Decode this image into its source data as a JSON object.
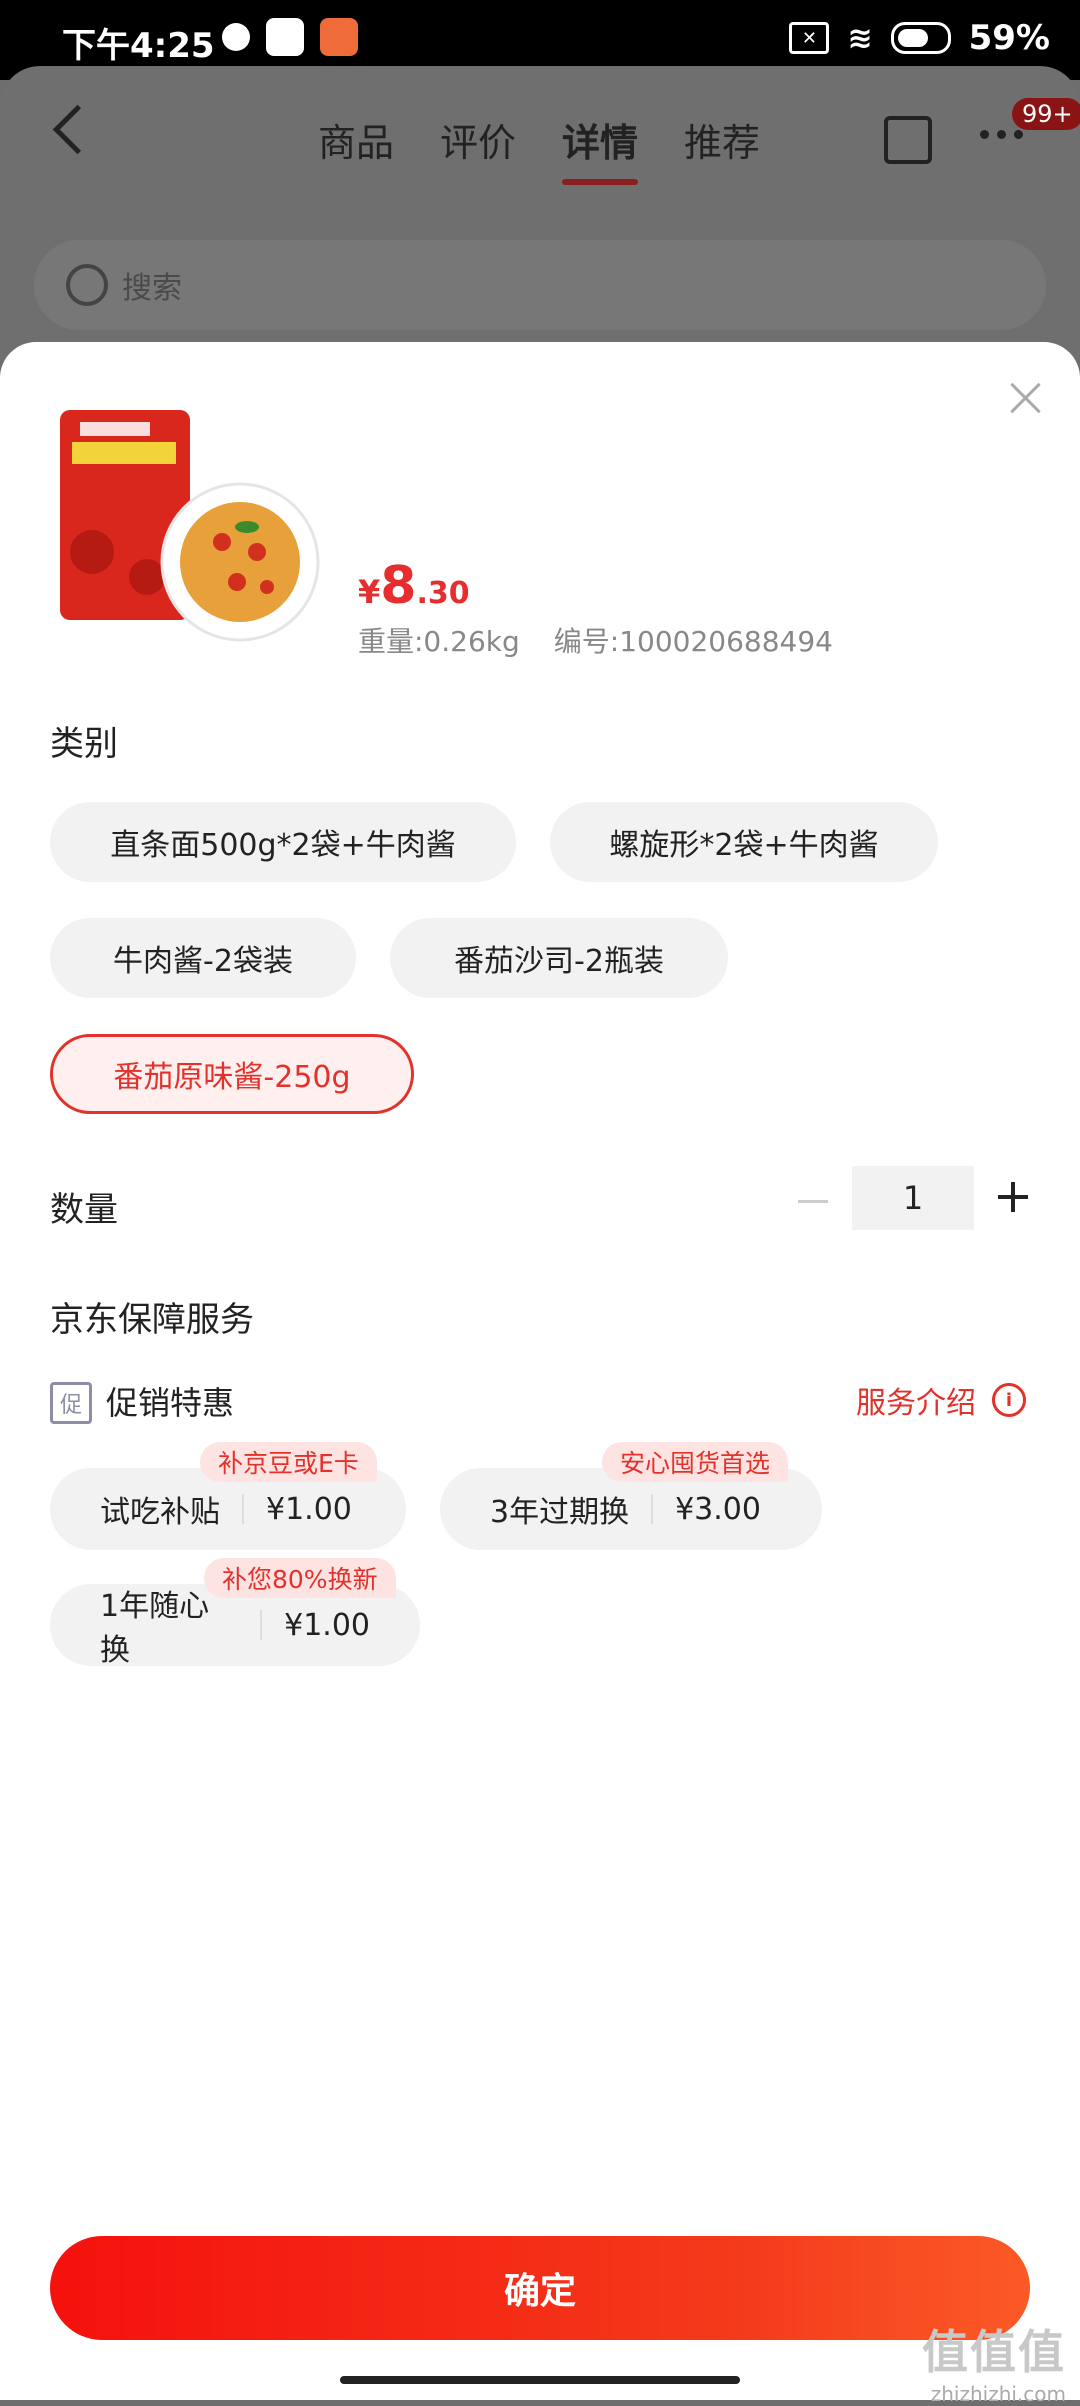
{
  "status_bar": {
    "time": "下午4:25",
    "battery": "59%"
  },
  "header": {
    "tabs": [
      "商品",
      "评价",
      "详情",
      "推荐"
    ],
    "active_tab": "详情",
    "badge": "99+",
    "search_placeholder": "搜索"
  },
  "product": {
    "currency": "¥",
    "price_int": "8",
    "price_dec": ".30",
    "weight": "重量:0.26kg",
    "sku": "编号:100020688494",
    "image_name": "pasta-sauce-product-image"
  },
  "category": {
    "title": "类别",
    "options": [
      "直条面500g*2袋+牛肉酱",
      "螺旋形*2袋+牛肉酱",
      "牛肉酱-2袋装",
      "番茄沙司-2瓶装",
      "番茄原味酱-250g"
    ],
    "selected": "番茄原味酱-250g"
  },
  "quantity": {
    "label": "数量",
    "value": "1"
  },
  "service": {
    "title": "京东保障服务",
    "promo_icon": "促",
    "promo_label": "促销特惠",
    "intro_link": "服务介绍",
    "items": [
      {
        "name": "试吃补贴",
        "price": "¥1.00",
        "tag": "补京豆或E卡"
      },
      {
        "name": "3年过期换",
        "price": "¥3.00",
        "tag": "安心囤货首选"
      },
      {
        "name": "1年随心换",
        "price": "¥1.00",
        "tag": "补您80%换新"
      }
    ]
  },
  "confirm_label": "确定",
  "watermark": {
    "text": "值值值",
    "domain": "zhizhizhi.com"
  },
  "colors": {
    "accent": "#e3322b",
    "button_start": "#f5110d",
    "button_end": "#fb5a26"
  }
}
